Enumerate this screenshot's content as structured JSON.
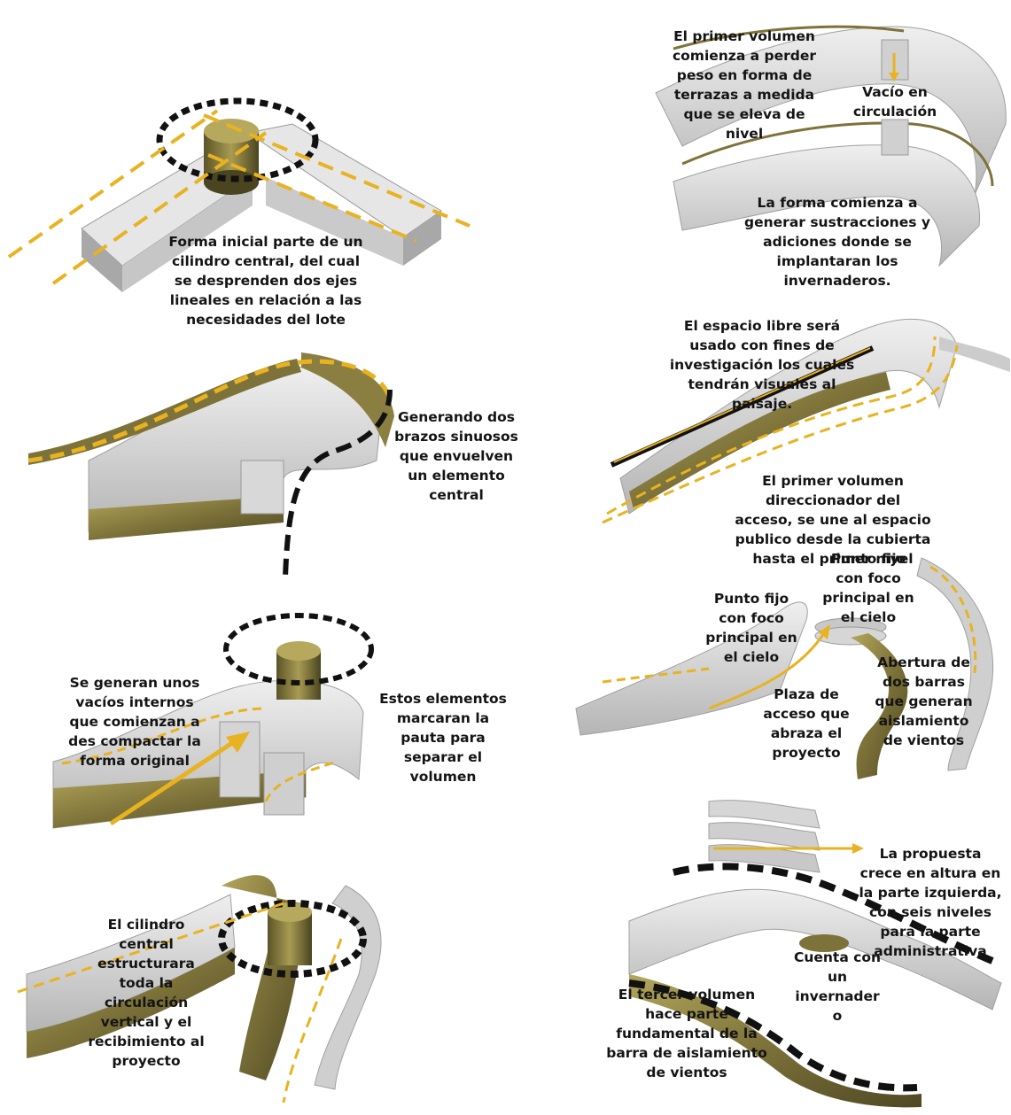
{
  "colors": {
    "concrete_light": "#e4e4e4",
    "concrete_mid": "#c3c3c3",
    "concrete_dark": "#9c9c9c",
    "olive": "#6d6433",
    "olive_light": "#a89c55",
    "guide_yellow": "#e8b220",
    "guide_black": "#111111"
  },
  "captions": {
    "step1": "Forma inicial parte de un\ncilindro central, del cual\nse desprenden dos ejes\nlineales en relación a las\nnecesidades del lote",
    "step2": "Generando dos\nbrazos sinuosos\nque envuelven\nun elemento\ncentral",
    "step3_left": "Se generan unos\nvacíos internos\nque comienzan a\ndes compactar la\nforma original",
    "step3_right": "Estos elementos\nmarcaran la\npauta para\nseparar el\nvolumen",
    "step4": "El cilindro\ncentral\nestructurara\ntoda la\ncirculación\nvertical y el\nrecibimiento al\nproyecto",
    "step5_a": "El primer volumen\ncomienza a perder\npeso en forma de\nterrazas a medida\nque se eleva de\nnivel",
    "step5_b": "Vacío en\ncirculación",
    "step5_c": "La forma comienza a\ngenerar sustracciones y\nadiciones donde se\nimplantaran los\ninvernaderos.",
    "step6": "El espacio libre será\nusado con fines de\ninvestigación los cuales\ntendrán visuales al\npaisaje.",
    "step7_top": "El primer volumen\ndireccionador del\nacceso, se une al espacio\npublico desde la cubierta\nhasta el primer nivel",
    "step7_fijo_left": "Punto fijo\ncon foco\nprincipal en\nel cielo",
    "step7_fijo_right": "Punto fijo\ncon foco\nprincipal en\nel cielo",
    "step7_plaza": "Plaza de\nacceso que\nabraza el\nproyecto",
    "step7_abertura": "Abertura de\ndos barras\nque generan\naislamiento\nde vientos",
    "step8_a": "La propuesta\ncrece en altura en\nla parte izquierda,\ncon seis niveles\npara la parte\nadministrativa",
    "step8_b": "Cuenta con\nun\ninvernader\no",
    "step8_c": "El tercer volumen\nhace parte\nfundamental de la\nbarra de aislamiento\nde vientos"
  }
}
